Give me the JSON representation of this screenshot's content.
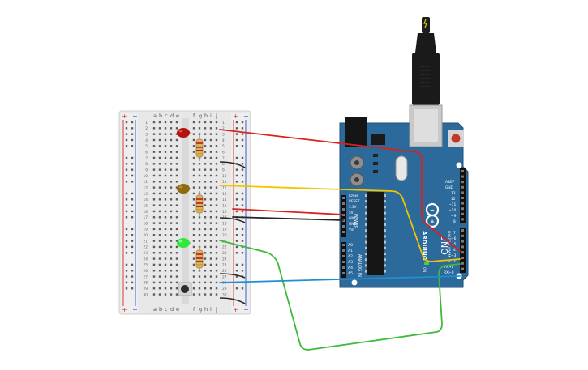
{
  "breadboard": {
    "column_letters_left": [
      "a",
      "b",
      "c",
      "d",
      "e"
    ],
    "column_letters_right": [
      "f",
      "g",
      "h",
      "i",
      "j"
    ],
    "rail_plus": "+",
    "rail_minus": "−",
    "row_numbers": [
      "1",
      "2",
      "3",
      "4",
      "5",
      "6",
      "7",
      "8",
      "9",
      "10",
      "11",
      "12",
      "13",
      "14",
      "15",
      "16",
      "17",
      "18",
      "19",
      "20",
      "21",
      "22",
      "23",
      "24",
      "25",
      "26",
      "27",
      "28",
      "29",
      "30"
    ]
  },
  "arduino": {
    "brand": "ARDUINO",
    "model": "UNO",
    "power_header_labels": [
      "IOREF",
      "RESET",
      "3.3V",
      "5V",
      "GND",
      "GND",
      "Vin"
    ],
    "power_title": "POWER",
    "analog_header_labels": [
      "A0",
      "A1",
      "A2",
      "A3",
      "A4",
      "A5"
    ],
    "analog_title": "ANALOG IN",
    "digital_header_labels": [
      "AREF",
      "GND",
      "13",
      "12",
      "~11",
      "~10",
      "~9",
      "8",
      "7",
      "~6",
      "~5",
      "4",
      "~3",
      "2",
      "TX→1",
      "RX←0"
    ],
    "digital_title": "DIGITAL (PWM~)",
    "on_label": "ON"
  },
  "components": {
    "leds": [
      {
        "name": "red-led",
        "color": "#b3120f"
      },
      {
        "name": "yellow-led",
        "color": "#8f6a12"
      },
      {
        "name": "green-led",
        "color": "#2ee83a"
      }
    ]
  },
  "wires": {
    "colors": {
      "red": "#d6231e",
      "yellow": "#f2c500",
      "black": "#262626",
      "green": "#3dba3a",
      "blue": "#1e8fd2"
    }
  },
  "colors": {
    "board_blue": "#2b6a9a",
    "breadboard_bg": "#e6e6e6",
    "rail_red": "#d23a3a",
    "rail_blue": "#3a5fd2"
  }
}
